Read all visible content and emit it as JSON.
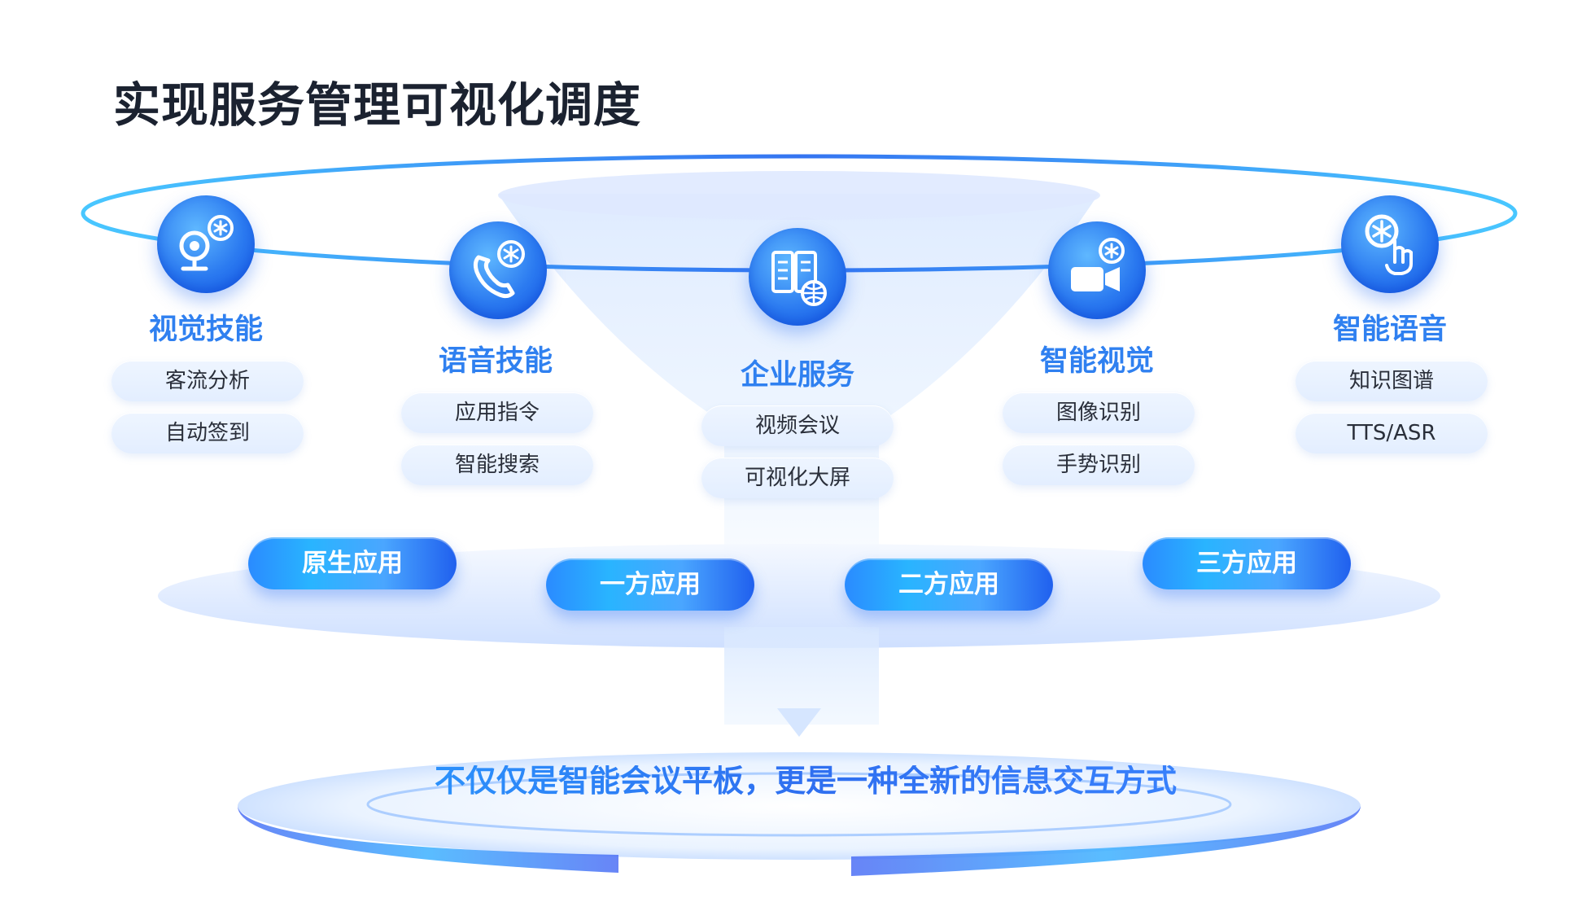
{
  "title": "实现服务管理可视化调度",
  "groups": [
    {
      "title": "视觉技能",
      "icon": "webcam-asterisk-icon",
      "items": [
        "客流分析",
        "自动签到"
      ]
    },
    {
      "title": "语音技能",
      "icon": "phone-asterisk-icon",
      "items": [
        "应用指令",
        "智能搜索"
      ]
    },
    {
      "title": "企业服务",
      "icon": "server-globe-icon",
      "items": [
        "视频会议",
        "可视化大屏"
      ]
    },
    {
      "title": "智能视觉",
      "icon": "video-camera-asterisk-icon",
      "items": [
        "图像识别",
        "手势识别"
      ]
    },
    {
      "title": "智能语音",
      "icon": "hand-tap-asterisk-icon",
      "items": [
        "知识图谱",
        "TTS/ASR"
      ]
    }
  ],
  "app_buttons": [
    "原生应用",
    "一方应用",
    "二方应用",
    "三方应用"
  ],
  "slogan": "不仅仅是智能会议平板，更是一种全新的信息交互方式",
  "colors": {
    "title": "#1b2230",
    "accent": "#2f80f0",
    "button_gradient_start": "#2a8bff",
    "button_gradient_end": "#2060ee",
    "pill_bg": "#e8f1ff"
  }
}
